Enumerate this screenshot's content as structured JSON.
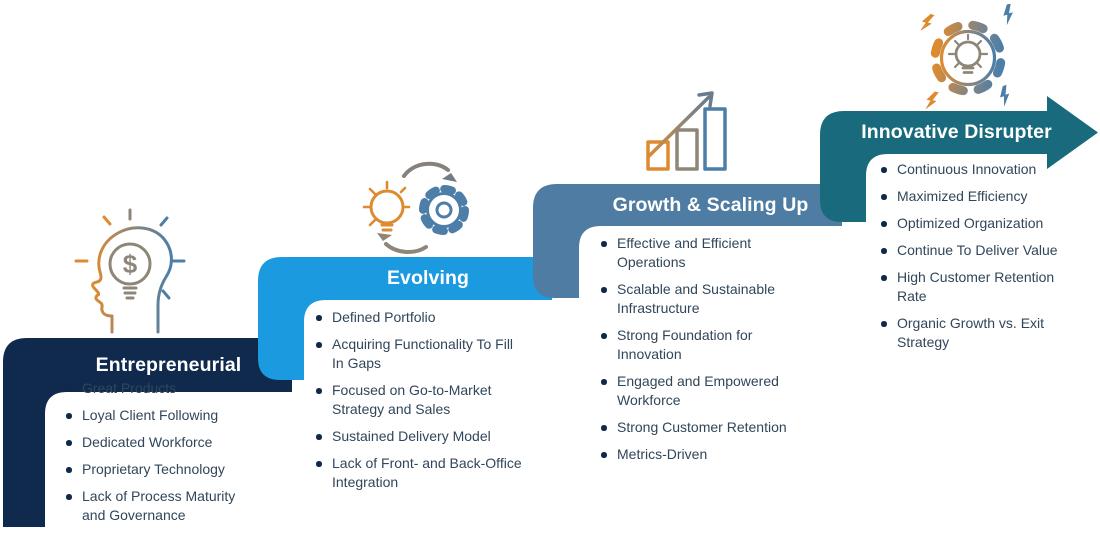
{
  "diagram": {
    "type": "staircase-maturity-model",
    "direction": "ascending-left-to-right"
  },
  "colors": {
    "stage1_navy": "#0f2a4d",
    "stage2_bright_blue": "#1b9adf",
    "stage3_steel_blue": "#4e7ca2",
    "stage4_teal": "#196a7d",
    "bullet_text": "#31465a",
    "title_text": "#ffffff",
    "icon_orange": "#de8b30",
    "icon_taupe": "#8e8679",
    "icon_blue": "#4c7ea8"
  },
  "stages": [
    {
      "name": "Entrepreneurial",
      "icon": "head-lightbulb-dollar-icon",
      "icon_glyph": "$",
      "bullets": [
        "Great Products",
        "Loyal Client Following",
        "Dedicated Workforce",
        "Proprietary Technology",
        "Lack of Process Maturity and Governance"
      ]
    },
    {
      "name": "Evolving",
      "icon": "lightbulb-gear-cycle-icon",
      "bullets": [
        "Defined Portfolio",
        "Acquiring Functionality To Fill In Gaps",
        "Focused on Go-to-Market Strategy and Sales",
        "Sustained Delivery Model",
        "Lack of Front- and Back-Office Integration"
      ]
    },
    {
      "name": "Growth & Scaling Up",
      "icon": "growth-bar-chart-arrow-icon",
      "bullets": [
        "Effective and Efficient Operations",
        "Scalable and Sustainable Infrastructure",
        "Strong Foundation for Innovation",
        "Engaged and Empowered Workforce",
        "Strong Customer Retention",
        "Metrics-Driven"
      ]
    },
    {
      "name": "Innovative Disrupter",
      "icon": "gear-lightbulb-lightning-icon",
      "bullets": [
        "Continuous Innovation",
        "Maximized Efficiency",
        "Optimized Organization",
        "Continue To Deliver Value",
        "High Customer Retention Rate",
        "Organic Growth vs. Exit Strategy"
      ]
    }
  ]
}
